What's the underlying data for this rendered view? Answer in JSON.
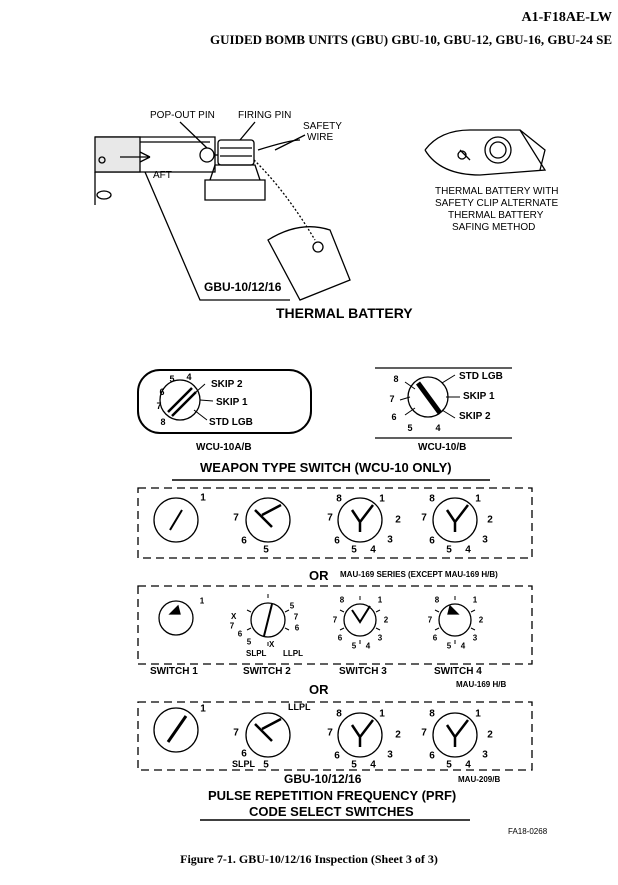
{
  "header": {
    "doc_id": "A1-F18AE-LW",
    "title": "GUIDED BOMB UNITS (GBU) GBU-10, GBU-12, GBU-16, GBU-24 SE"
  },
  "battery": {
    "pop_out_pin": "POP-OUT PIN",
    "firing_pin": "FIRING PIN",
    "safety_wire_1": "SAFETY",
    "safety_wire_2": "WIRE",
    "aft": "AFT",
    "alt_1": "THERMAL BATTERY WITH",
    "alt_2": "SAFETY CLIP ALTERNATE",
    "alt_3": "THERMAL BATTERY",
    "alt_4": "SAFING METHOD",
    "model": "GBU-10/12/16",
    "title": "THERMAL BATTERY"
  },
  "wcu": {
    "a_label": "WCU-10A/B",
    "b_label": "WCU-10/B",
    "skip2": "SKIP 2",
    "skip1": "SKIP 1",
    "std_lgb": "STD LGB",
    "title": "WEAPON TYPE SWITCH (WCU-10 ONLY)"
  },
  "prf": {
    "or": "OR",
    "mau169_series": "MAU-169 SERIES (EXCEPT MAU-169 H/B)",
    "switch1": "SWITCH 1",
    "switch2": "SWITCH 2",
    "switch3": "SWITCH 3",
    "switch4": "SWITCH 4",
    "mau169hb": "MAU-169 H/B",
    "x": "X",
    "slpl": "SLPL",
    "llpl": "LLPL",
    "model": "GBU-10/12/16",
    "mau209": "MAU-209/B",
    "title1": "PULSE REPETITION FREQUENCY (PRF)",
    "title2": "CODE SELECT SWITCHES"
  },
  "figure_id": "FA18-0268",
  "caption": "Figure 7-1.   GBU-10/12/16 Inspection     (Sheet 3 of 3)"
}
